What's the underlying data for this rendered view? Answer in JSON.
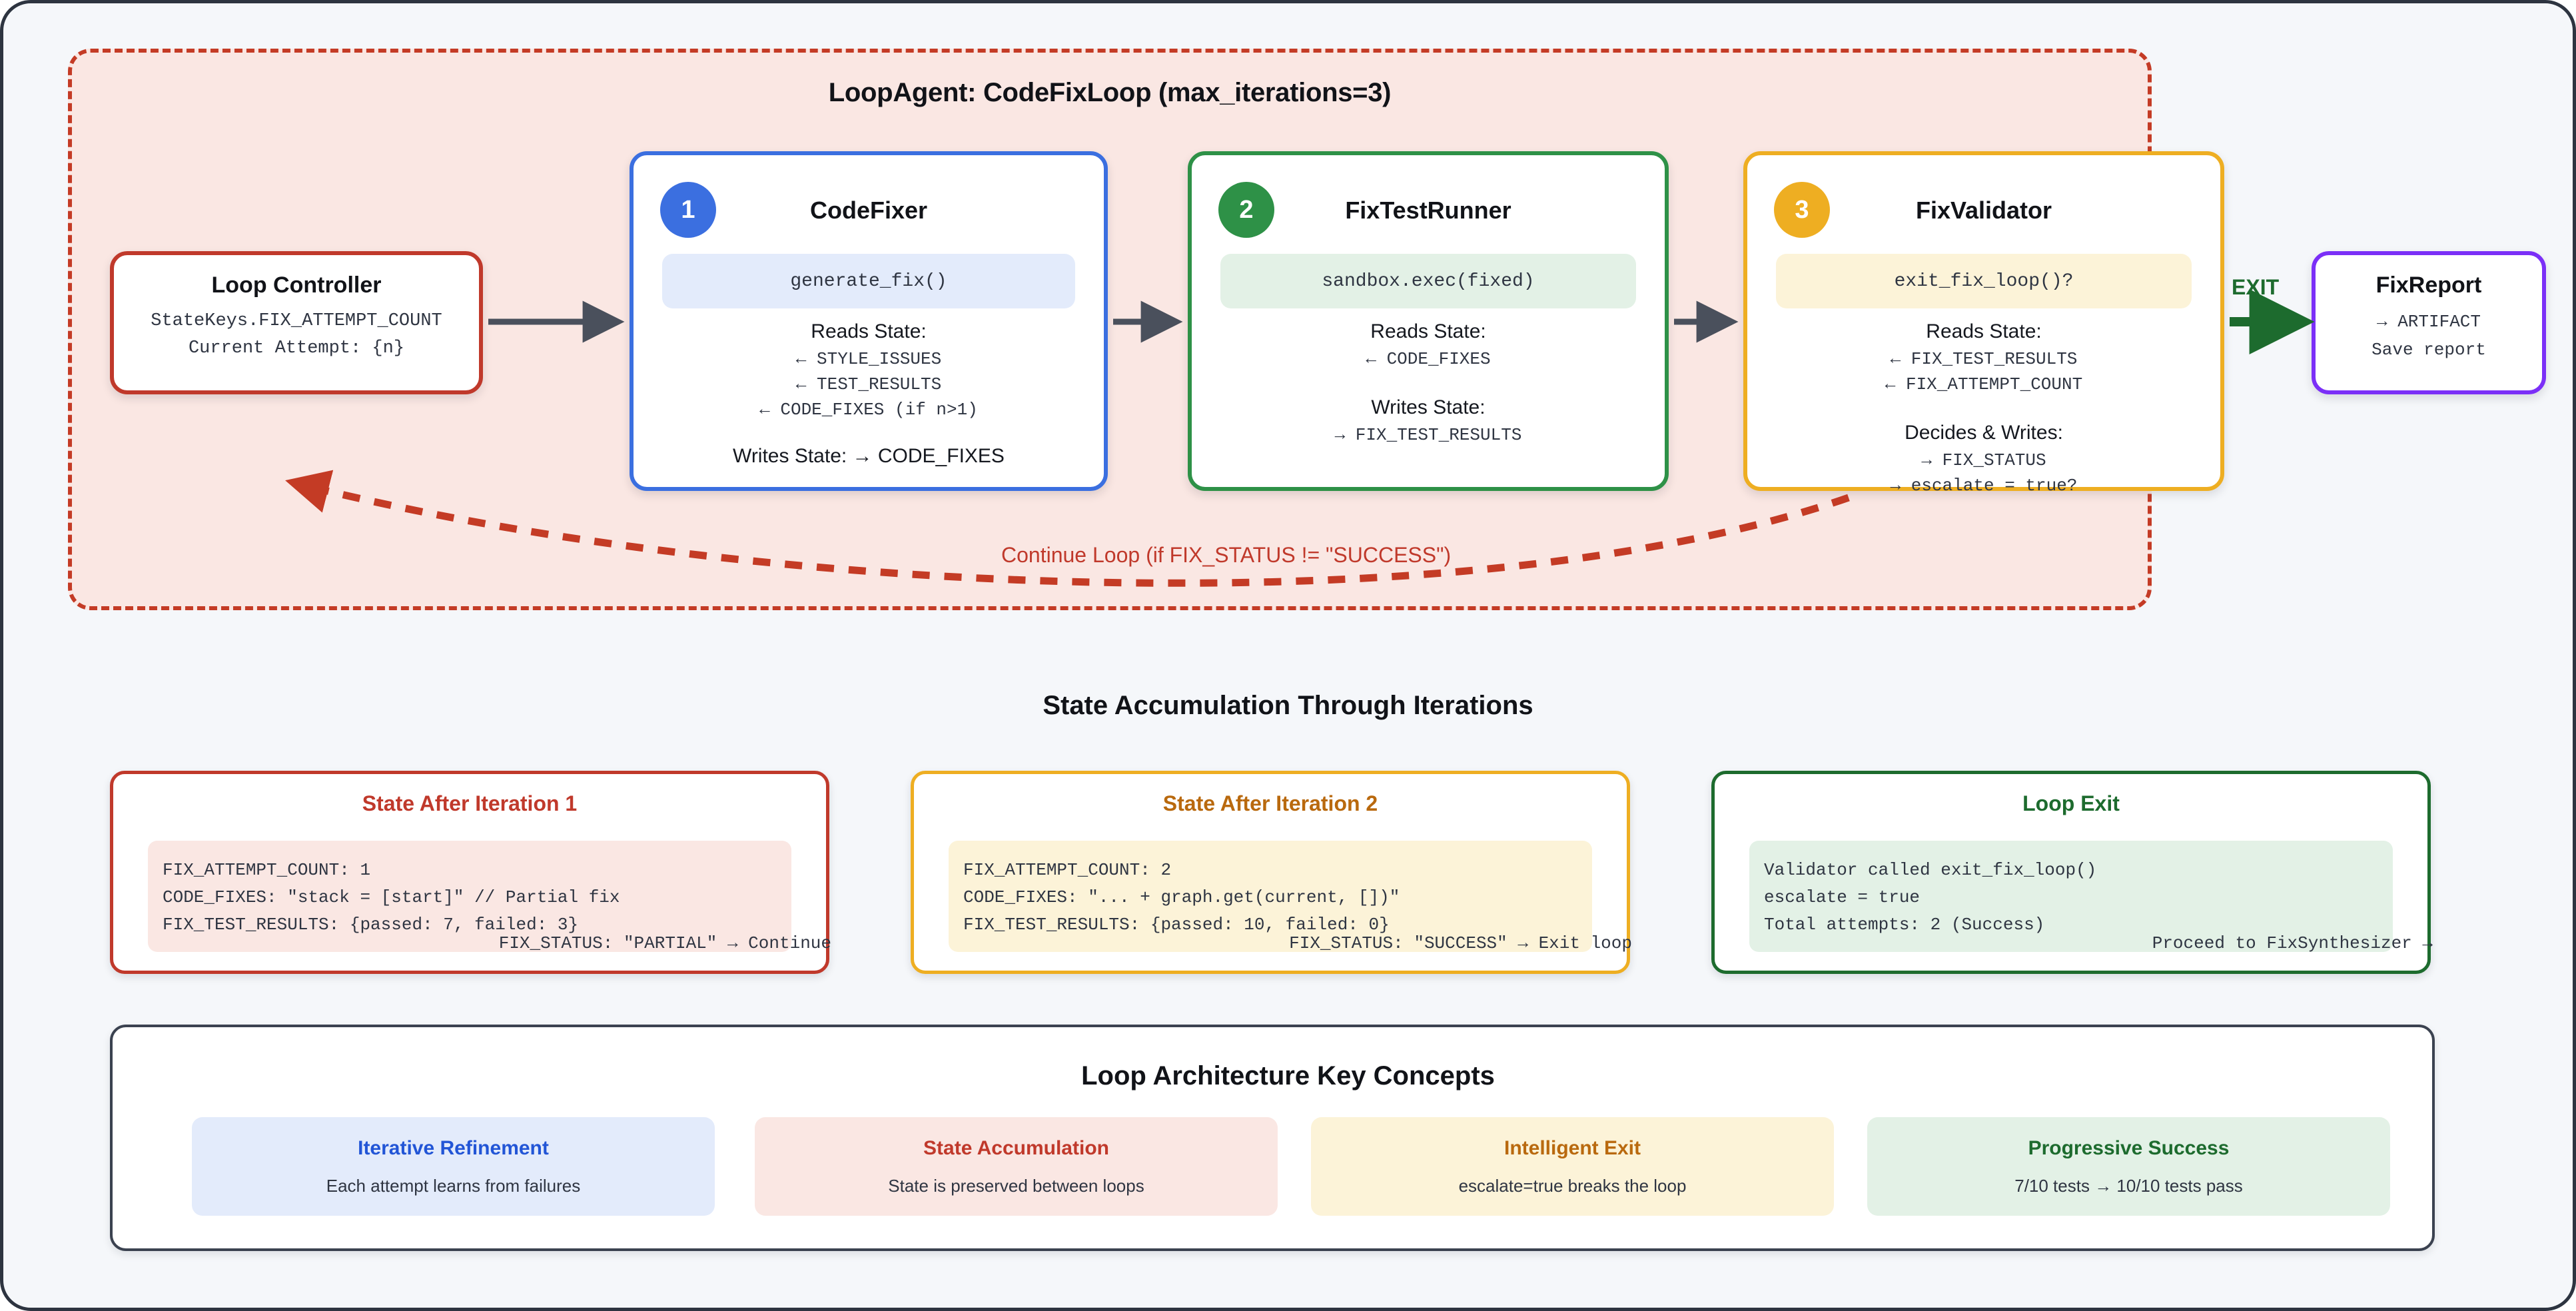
{
  "loop": {
    "title": "LoopAgent: CodeFixLoop (max_iterations=3)",
    "controller": {
      "title": "Loop Controller",
      "line1": "StateKeys.FIX_ATTEMPT_COUNT",
      "line2": "Current Attempt: {n}"
    },
    "agents": [
      {
        "badge": "1",
        "title": "CodeFixer",
        "action": "generate_fix()",
        "reads_label": "Reads State:",
        "reads": [
          "← STYLE_ISSUES",
          "← TEST_RESULTS",
          "← CODE_FIXES (if n>1)"
        ],
        "writes_inline": "Writes State: → CODE_FIXES"
      },
      {
        "badge": "2",
        "title": "FixTestRunner",
        "action": "sandbox.exec(fixed)",
        "reads_label": "Reads State:",
        "reads": [
          "← CODE_FIXES"
        ],
        "writes_label": "Writes State:",
        "writes": [
          "→ FIX_TEST_RESULTS"
        ]
      },
      {
        "badge": "3",
        "title": "FixValidator",
        "action": "exit_fix_loop()?",
        "reads_label": "Reads State:",
        "reads": [
          "← FIX_TEST_RESULTS",
          "← FIX_ATTEMPT_COUNT"
        ],
        "writes_label": "Decides & Writes:",
        "writes": [
          "→ FIX_STATUS",
          "→ escalate = true?"
        ]
      }
    ],
    "exit_label": "EXIT",
    "continue_label": "Continue Loop (if FIX_STATUS != \"SUCCESS\")",
    "report": {
      "title": "FixReport",
      "line1": "→ ARTIFACT",
      "line2": "Save report"
    }
  },
  "state_section": {
    "heading": "State Accumulation Through Iterations",
    "cards": [
      {
        "title": "State After Iteration 1",
        "lines": [
          "FIX_ATTEMPT_COUNT: 1",
          "CODE_FIXES: \"stack = [start]\" // Partial fix",
          "FIX_TEST_RESULTS: {passed: 7, failed: 3}"
        ],
        "footer": "FIX_STATUS: \"PARTIAL\" → Continue"
      },
      {
        "title": "State After Iteration 2",
        "lines": [
          "FIX_ATTEMPT_COUNT: 2",
          "CODE_FIXES: \"... + graph.get(current, [])\"",
          "FIX_TEST_RESULTS: {passed: 10, failed: 0}"
        ],
        "footer": "FIX_STATUS: \"SUCCESS\" → Exit loop"
      },
      {
        "title": "Loop Exit",
        "lines": [
          "Validator called exit_fix_loop()",
          "escalate = true",
          "Total attempts: 2 (Success)"
        ],
        "footer": "Proceed to FixSynthesizer →"
      }
    ]
  },
  "concepts_section": {
    "heading": "Loop Architecture Key Concepts",
    "items": [
      {
        "title": "Iterative Refinement",
        "subtitle": "Each attempt learns from failures"
      },
      {
        "title": "State Accumulation",
        "subtitle": "State is preserved between loops"
      },
      {
        "title": "Intelligent Exit",
        "subtitle": "escalate=true breaks the loop"
      },
      {
        "title": "Progressive Success",
        "subtitle": "7/10 tests → 10/10 tests pass"
      }
    ]
  },
  "colors": {
    "loop_border": "#c43b25",
    "loop_fill": "#fae7e3",
    "agent1": "#3b6fe0",
    "agent2": "#2e9147",
    "agent3": "#eeae22",
    "report": "#7b2ff7",
    "exit_arrow": "#1d6b2e",
    "flow_arrow": "#4a505c",
    "page_bg": "#f5f7fa"
  }
}
